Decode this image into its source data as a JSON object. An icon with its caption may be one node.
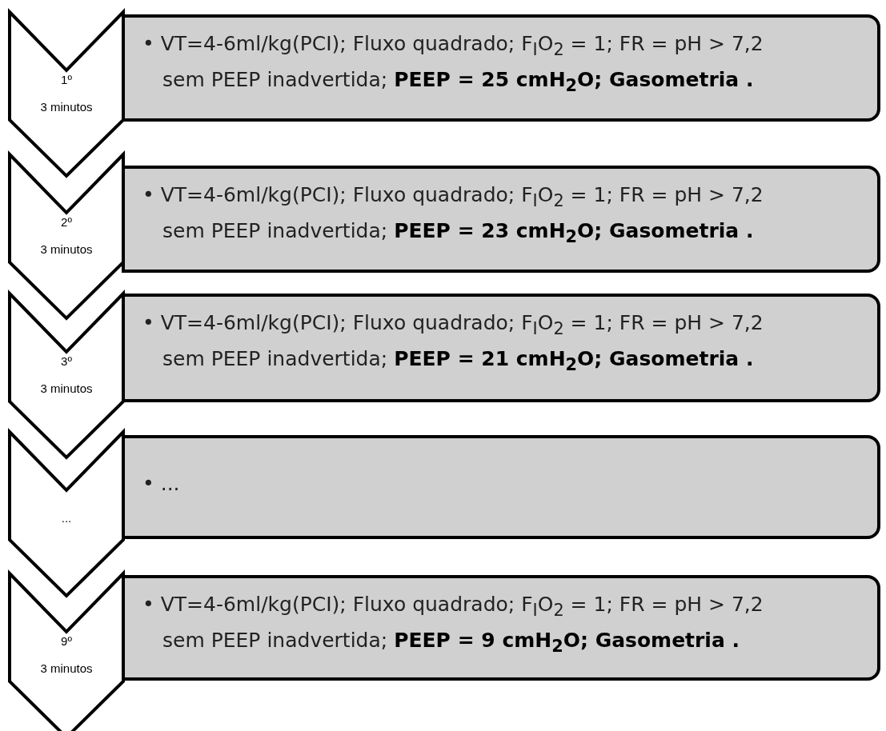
{
  "diagram": {
    "nodes": [
      {
        "text": [
          "1º",
          "3 minutos"
        ]
      },
      {
        "text": [
          "• VT=4-6ml/kg(PCI); Fluxo quadrado; F$_{I}$O$_{2}$ = 1; FR = pH > 7,2 sem PEEP inadvertida; **PEEP = 25 cmH$_{2}$O; Gasometria .**"
        ]
      },
      {
        "text": [
          "2º",
          "3 minutos"
        ]
      },
      {
        "text": [
          "• VT=4-6ml/kg(PCI); Fluxo quadrado; F$_{I}$O$_{2}$ = 1; FR = pH > 7,2 sem PEEP inadvertida; **PEEP = 23 cmH$_{2}$O; Gasometria .**"
        ]
      },
      {
        "text": [
          "3º",
          "3 minutos"
        ]
      },
      {
        "text": [
          "• VT=4-6ml/kg(PCI); Fluxo quadrado; F$_{I}$O$_{2}$ = 1; FR = pH > 7,2 sem PEEP inadvertida; **PEEP = 21 cmH$_{2}$O; Gasometria .**"
        ]
      },
      {
        "text": [
          "..."
        ]
      },
      {
        "text": [
          "• ..."
        ]
      },
      {
        "text": [
          "9º",
          "3 minutos"
        ]
      },
      {
        "text": [
          "• VT=4-6ml/kg(PCI); Fluxo quadrado; F$_{I}$O$_{2}$ = 1; FR = pH > 7,2 sem PEEP inadvertida; **PEEP = 9 cmH$_{2}$O; Gasometria .**"
        ]
      }
    ]
  }
}
